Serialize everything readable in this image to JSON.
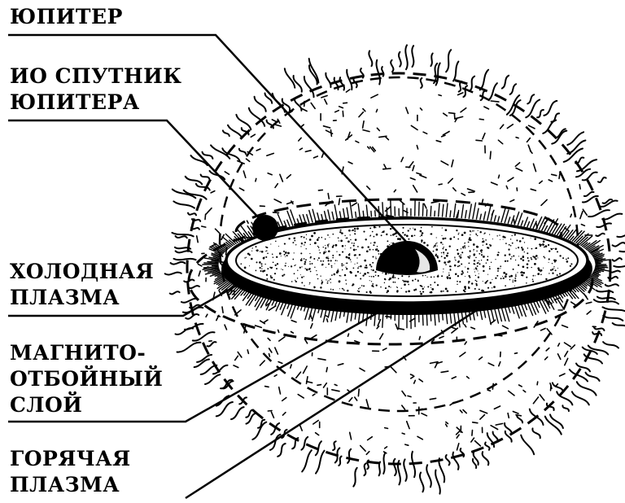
{
  "labels": {
    "jupiter": "ЮПИТЕР",
    "io": [
      "ИО СПУТНИК",
      "ЮПИТЕРА"
    ],
    "cold_plasma": [
      "ХОЛОДНАЯ",
      "ПЛАЗМА"
    ],
    "magnetopause": [
      "МАГНИТО-",
      "ОТБОЙНЫЙ",
      "СЛОЙ"
    ],
    "hot_plasma": [
      "ГОРЯЧАЯ",
      "ПЛАЗМА"
    ]
  },
  "colors": {
    "ink": "#000000",
    "paper": "#ffffff"
  }
}
